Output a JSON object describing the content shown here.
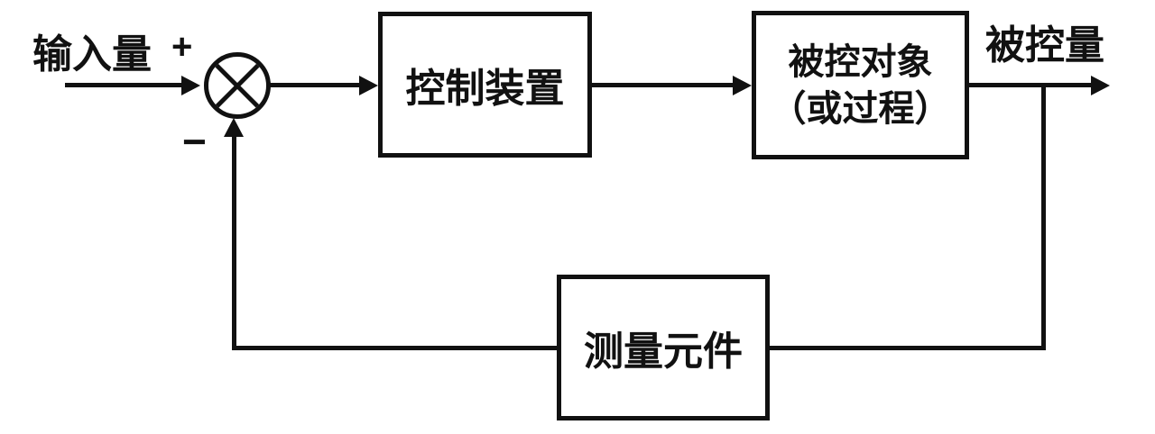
{
  "labels": {
    "input": "输入量",
    "plus": "+",
    "minus": "−",
    "output": "被控量"
  },
  "blocks": {
    "controller": "控制装置",
    "plant_line1": "被控对象",
    "plant_line2": "（或过程）",
    "sensor": "测量元件"
  },
  "colors": {
    "line": "#111111",
    "background": "#ffffff"
  }
}
